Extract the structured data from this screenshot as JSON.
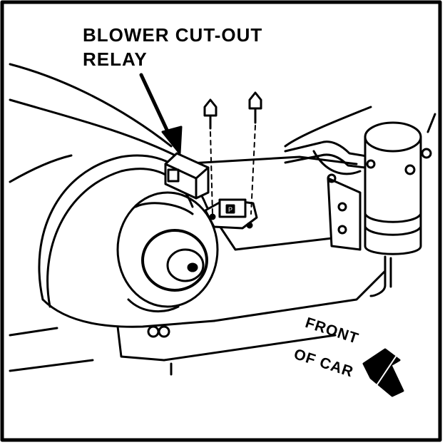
{
  "labels": {
    "relay_line1": "BLOWER CUT-OUT",
    "relay_line2": "RELAY",
    "front_line1": "FRONT",
    "front_line2": "OF CAR"
  },
  "colors": {
    "ink": "#000000",
    "paper": "#ffffff"
  },
  "parts": {
    "relay": "relay-icon",
    "blower_motor": "blower-motor-icon",
    "accumulator": "accumulator-drier-icon",
    "bolts": "bolt-icon",
    "resistor": "blower-resistor-icon",
    "direction_arrow": "arrow-icon"
  }
}
